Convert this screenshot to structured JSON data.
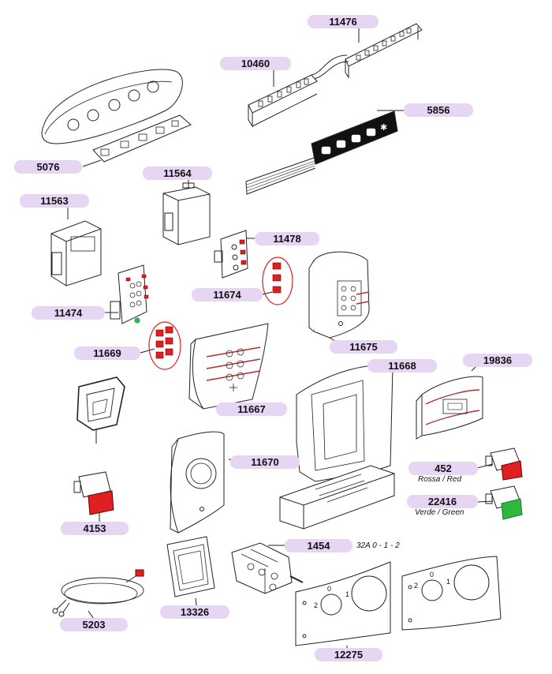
{
  "parts": [
    {
      "id": "p11476",
      "code": "11476"
    },
    {
      "id": "p10460",
      "code": "10460"
    },
    {
      "id": "p5856",
      "code": "5856"
    },
    {
      "id": "p5076",
      "code": "5076"
    },
    {
      "id": "p11564",
      "code": "11564"
    },
    {
      "id": "p11563",
      "code": "11563"
    },
    {
      "id": "p11478",
      "code": "11478"
    },
    {
      "id": "p11674",
      "code": "11674"
    },
    {
      "id": "p11474",
      "code": "11474"
    },
    {
      "id": "p11675",
      "code": "11675"
    },
    {
      "id": "p11669",
      "code": "11669"
    },
    {
      "id": "p11667",
      "code": "11667"
    },
    {
      "id": "p11668",
      "code": "11668"
    },
    {
      "id": "p19836",
      "code": "19836"
    },
    {
      "id": "p11670",
      "code": "11670"
    },
    {
      "id": "p452",
      "code": "452",
      "note": "Rossa / Red"
    },
    {
      "id": "p22416",
      "code": "22416",
      "note": "Verde / Green"
    },
    {
      "id": "p4153",
      "code": "4153"
    },
    {
      "id": "p1454",
      "code": "1454",
      "note": "32A 0 - 1 - 2"
    },
    {
      "id": "p13326",
      "code": "13326"
    },
    {
      "id": "p5203",
      "code": "5203"
    },
    {
      "id": "p12275",
      "code": "12275"
    }
  ],
  "dial_marks": {
    "left": "0",
    "right": "1",
    "bottom_left": "2"
  },
  "colors": {
    "label_bg": "#e6d6f3",
    "button_red": "#e02020",
    "lamp_green": "#2fb83a",
    "outline": "#222222"
  }
}
